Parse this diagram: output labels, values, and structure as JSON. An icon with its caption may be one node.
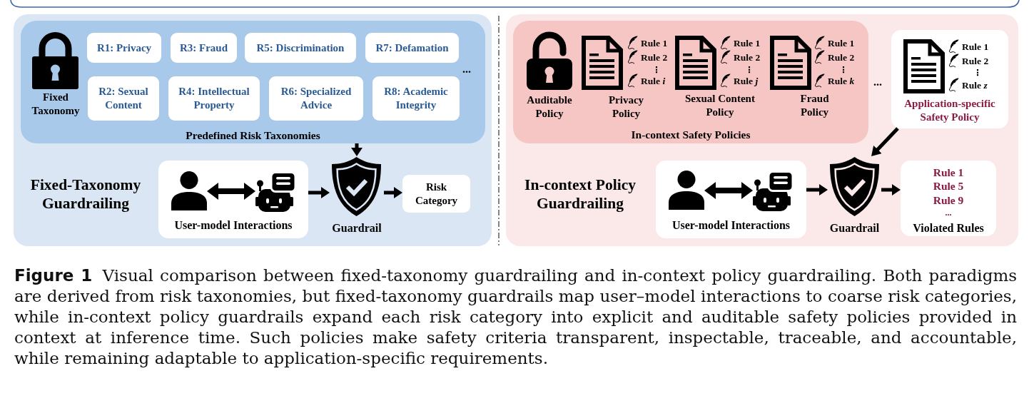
{
  "diagram": {
    "nodes": [
      {
        "text": [
          "Fixed-Taxonomy Guardrailing"
        ]
      },
      {
        "text": [
          "Predefined Risk Taxonomies"
        ],
        "in": 0
      },
      {
        "text": [
          "Fixed Taxonomy"
        ],
        "in": 1
      },
      {
        "text": [
          "R1: Privacy"
        ],
        "in": 1
      },
      {
        "text": [
          "R3: Fraud"
        ],
        "in": 1
      },
      {
        "text": [
          "R5: Discrimination"
        ],
        "in": 1
      },
      {
        "text": [
          "R7: Defamation"
        ],
        "in": 1
      },
      {
        "text": [
          "R2: Sexual Content"
        ],
        "in": 1
      },
      {
        "text": [
          "R4: Intellectual Property"
        ],
        "in": 1
      },
      {
        "text": [
          "R6: Specialized Advice"
        ],
        "in": 1
      },
      {
        "text": [
          "R8: Academic Integrity"
        ],
        "in": 1
      },
      {
        "text": [
          "User-model Interactions"
        ],
        "in": 0
      },
      {
        "text": [],
        "shape": "person",
        "in": 11
      },
      {
        "text": [],
        "shape": "picture",
        "in": 11
      },
      {
        "text": [
          "Guardrail"
        ],
        "in": 0
      },
      {
        "text": [
          "Risk Category"
        ],
        "in": 0
      },
      {
        "text": [
          "In-context Policy Guardrailing"
        ]
      },
      {
        "text": [
          "In-context Safety Policies"
        ],
        "in": 16
      },
      {
        "text": [
          "Auditable Policy"
        ],
        "in": 17
      },
      {
        "text": [
          "Rule 1",
          "Rule 2",
          "⋮",
          "Rule *i*",
          "Privacy Policy"
        ],
        "in": 17
      },
      {
        "text": [
          "Rule 1",
          "Rule 2",
          "⋮",
          "Rule *j*",
          "Sexual Content Policy"
        ],
        "in": 17
      },
      {
        "text": [
          "Rule 1",
          "Rule 2",
          "⋮",
          "Rule *k*",
          "Fraud Policy"
        ],
        "in": 17
      },
      {
        "text": [
          "Rule 1",
          "Rule 2",
          "⋮",
          "Rule *z*",
          "Application-specific Safety Policy"
        ],
        "in": 16
      },
      {
        "text": [
          "User-model Interactions"
        ],
        "in": 16
      },
      {
        "text": [],
        "shape": "person",
        "in": 23
      },
      {
        "text": [],
        "shape": "picture",
        "in": 23
      },
      {
        "text": [
          "Guardrail"
        ],
        "in": 16
      },
      {
        "text": [
          "Rule 1",
          "Rule 5",
          "Rule 9",
          "...",
          "Violated Rules"
        ],
        "in": 16
      }
    ],
    "edges": [
      {
        "from": 1,
        "to": 14,
        "arrow": "to"
      },
      {
        "from": 12,
        "to": 13,
        "arrow": "both"
      },
      {
        "from": 11,
        "to": 14,
        "arrow": "to"
      },
      {
        "from": 14,
        "to": 15,
        "arrow": "to"
      },
      {
        "from": 22,
        "to": 26,
        "arrow": "to"
      },
      {
        "from": 24,
        "to": 25,
        "arrow": "both"
      },
      {
        "from": 23,
        "to": 26,
        "arrow": "to"
      },
      {
        "from": 26,
        "to": 27,
        "arrow": "to"
      }
    ],
    "labels": [
      "...",
      "..."
    ],
    "caption": "**Figure 1** Visual comparison between fixed-taxonomy guardrailing and in-context policy guardrailing. Both paradigms are derived from risk taxonomies, but fixed-taxonomy guardrails map user–model interactions to coarse risk categories, while in-context policy guardrails expand each risk category into explicit and auditable safety policies provided in context at inference time. Such policies make safety criteria transparent, inspectable, traceable, and accountable, while remaining adaptable to application-specific requirements."
  }
}
